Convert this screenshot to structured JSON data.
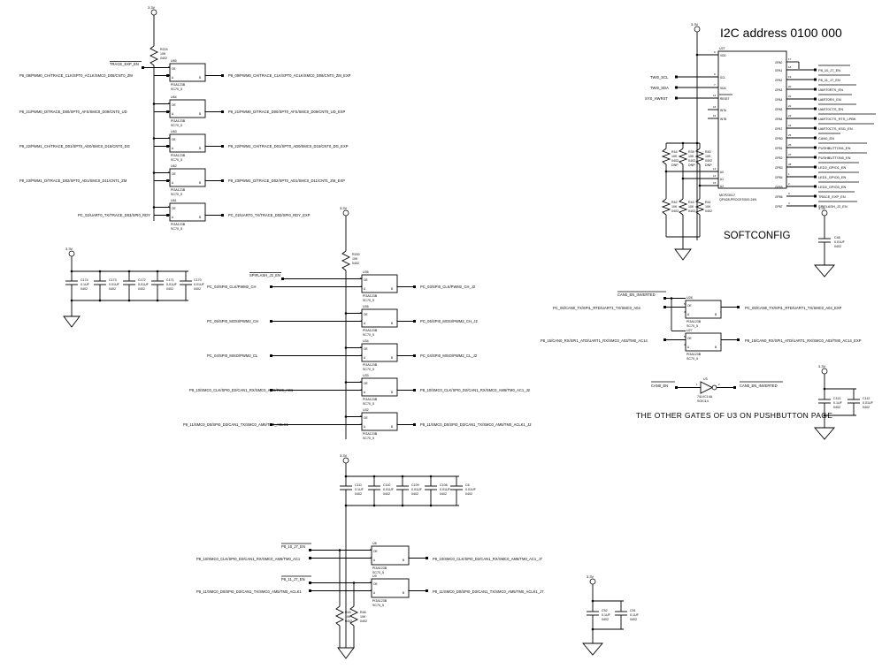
{
  "sheet": {
    "title_i2c": "I2C address 0100 000",
    "label_softconfig": "SOFTCONFIG",
    "note_other_gates": "THE OTHER GATES OF U3 ON PUSHBUTTON PAGE",
    "power_label": "3.3V"
  },
  "trace_block": {
    "pullup": {
      "refdes": "R224",
      "value": "10K",
      "package": "0402"
    },
    "enable_net": "TRACE_EXP_EN",
    "rows": [
      {
        "refdes": "U65",
        "part": "PI3A123B",
        "package": "SC70_5",
        "input_net": "P8_09/PWM0_CH/TRACE_CLK/SPT0_ACLK/SMC0_D08/CNT0_ZM",
        "output_net": "P8_09/PWM0_CH/TRACE_CLK/SPT0_ACLK/SMC0_D08/CNT0_ZM_EXP"
      },
      {
        "refdes": "U64",
        "part": "PI3A123B",
        "package": "SC70_5",
        "input_net": "P8_21/PWM0_D/TRACE_D00/SPT0_AFS/SMC0_D09/CNT0_UD",
        "output_net": "P8_21/PWM0_D/TRACE_D00/SPT0_AFS/SMC0_D09/CNT0_UD_EXP"
      },
      {
        "refdes": "U63",
        "part": "PI3A123B",
        "package": "SC70_5",
        "input_net": "P8_22/PWM1_CH/TRACE_D01/SPT0_AD0/SMC0_D15/CNT0_DG",
        "output_net": "P8_22/PWM1_CH/TRACE_D01/SPT0_AD0/SMC0_D15/CNT0_DG_EXP"
      },
      {
        "refdes": "U62",
        "part": "PI3A123B",
        "package": "SC70_5",
        "input_net": "P8_23/PWM1_D/TRACE_D02/SPT0_AD1/SMC0_D11/CNT1_ZM",
        "output_net": "P8_23/PWM1_D/TRACE_D02/SPT0_AD1/SMC0_D11/CNT1_ZM_EXP"
      },
      {
        "refdes": "U61",
        "part": "PI3A123B",
        "package": "SC70_5",
        "input_net": "PC_02/UART0_TX/TRACE_D03/SPI0_RDY",
        "output_net": "PC_02/UART0_TX/TRACE_D03/SPI0_RDY_EXP"
      }
    ]
  },
  "decoupling_left": {
    "power_label": "3.3V",
    "caps": [
      {
        "refdes": "C174",
        "value": "0.1UF",
        "package": "0402"
      },
      {
        "refdes": "C173",
        "value": "0.01UF",
        "package": "0402"
      },
      {
        "refdes": "C172",
        "value": "0.01UF",
        "package": "0402"
      },
      {
        "refdes": "C171",
        "value": "0.01UF",
        "package": "0402"
      },
      {
        "refdes": "C170",
        "value": "0.01UF",
        "package": "0402"
      }
    ]
  },
  "spi_block": {
    "power_label": "3.3V",
    "pullup": {
      "refdes": "R200",
      "value": "10K",
      "package": "0402"
    },
    "enable_net": "SPIFLASH_J2_EN",
    "rows": [
      {
        "refdes": "U36",
        "part": "PI3A123B",
        "package": "SC70_5",
        "input_net": "PC_03/SPI0_CLK/PWM2_CH",
        "output_net": "PC_03/SPI0_CLK/PWM2_CH_J2"
      },
      {
        "refdes": "U35",
        "part": "PI3A123B",
        "package": "SC70_5",
        "input_net": "PC_05/SPI0_MOSI/PWM2_CH",
        "output_net": "PC_05/SPI0_MOSI/PWM2_CH_J2"
      },
      {
        "refdes": "U34",
        "part": "PI3A123B",
        "package": "SC70_5",
        "input_net": "PC_04/SPI0_MISO/PWM2_CL",
        "output_net": "PC_04/SPI0_MISO/PWM2_CL_J2"
      },
      {
        "refdes": "U33",
        "part": "PI3A123B",
        "package": "SC70_5",
        "input_net": "P8_10/SMC0_CLK/SPI0_D2/CAN1_RX/SMC0_AM6/TM0_AC1",
        "output_net": "P8_10/SMC0_CLK/SPI0_D2/CAN1_RX/SMC0_AM6/TM0_AC1_J2"
      },
      {
        "refdes": "U32",
        "part": "PI3A123B",
        "package": "SC70_5",
        "input_net": "P8_11/SMC0_D0/SPI0_D3/CAN1_TX/SMC0_AM5/TM0_ACLK1",
        "output_net": "P8_11/SMC0_D0/SPI0_D3/CAN1_TX/SMC0_AM5/TM0_ACLK1_J2"
      }
    ]
  },
  "decoupling_mid": {
    "power_label": "3.3V",
    "caps": [
      {
        "refdes": "C111",
        "value": "0.1UF",
        "package": "0402"
      },
      {
        "refdes": "C110",
        "value": "0.01UF",
        "package": "0402"
      },
      {
        "refdes": "C109",
        "value": "0.01UF",
        "package": "0402"
      },
      {
        "refdes": "C108",
        "value": "0.01UF",
        "package": "0402"
      },
      {
        "refdes": "C6",
        "value": "0.01UF",
        "package": "0402"
      }
    ]
  },
  "j7_block": {
    "rows": [
      {
        "refdes": "U8",
        "part": "PI3A123B",
        "package": "SC70_5",
        "enable_net": "P8_10_J7_EN",
        "input_net": "P8_10/SMC0_CLK/SPI0_D2/CAN1_RX/SMC0_AM6/TM0_AC1",
        "output_net": "P8_10/SMC0_CLK/SPI0_D2/CAN1_RX/SMC0_AM6/TM0_AC1_J7"
      },
      {
        "refdes": "U9",
        "part": "PI3A123B",
        "package": "SC70_5",
        "enable_net": "P8_11_J7_EN",
        "input_net": "P8_11/SMC0_D0/SPI0_D3/CAN1_TX/SMC0_AM5/TM0_ACLK1",
        "output_net": "P8_11/SMC0_D0/SPI0_D3/CAN1_TX/SMC0_AM5/TM0_ACLK1_J7"
      }
    ],
    "pulldowns": [
      {
        "refdes": "R45",
        "value": "10K",
        "package": "0402"
      },
      {
        "refdes": "R46",
        "value": "10K",
        "package": "0402"
      }
    ]
  },
  "softconfig": {
    "refdes": "U27",
    "part": "MCP23017",
    "part_sub": "QFN28-PROCESS00-24N",
    "power_label": "3.3V",
    "left_nets": [
      "TWI0_SCL",
      "TWI0_SDA",
      "SYS_HWRST"
    ],
    "left_pins": [
      {
        "num": "9",
        "name": "VDD"
      },
      {
        "num": "8",
        "name": "SCL"
      },
      {
        "num": "7",
        "name": "SDA"
      },
      {
        "num": "14",
        "name": "RESET"
      },
      {
        "num": "16",
        "name": "INTA"
      },
      {
        "num": "15",
        "name": "INTB"
      },
      {
        "num": "13",
        "name": "A0"
      },
      {
        "num": "14",
        "name": "A1"
      },
      {
        "num": "15",
        "name": "A2"
      }
    ],
    "right_pins": [
      {
        "num": "17",
        "name": "GPA0",
        "net": ""
      },
      {
        "num": "18",
        "name": "GPA1",
        "net": "P8_10_J7_EN"
      },
      {
        "num": "19",
        "name": "GPA2",
        "net": "P8_11_J7_EN"
      },
      {
        "num": "20",
        "name": "GPA3",
        "net": "UART0RTS_EN"
      },
      {
        "num": "21",
        "name": "GPA4",
        "net": "UART0RX_EN"
      },
      {
        "num": "22",
        "name": "GPA5",
        "net": "UART0CTS_EN"
      },
      {
        "num": "23",
        "name": "GPA6",
        "net": "UART0CTS_RTS_LPBK"
      },
      {
        "num": "24",
        "name": "GPA7",
        "net": "UART0CTS_KSI1_EN"
      },
      {
        "num": "25",
        "name": "GPB0",
        "net": "CAN0_EN"
      },
      {
        "num": "26",
        "name": "GPB1",
        "net": "PUSHBUTTON1_EN"
      },
      {
        "num": "27",
        "name": "GPB2",
        "net": "PUSHBUTTON0_EN"
      },
      {
        "num": "28",
        "name": "GPB3",
        "net": "LED2_GPIO1_EN"
      },
      {
        "num": "1",
        "name": "GPB4",
        "net": "LED1_GPIO0_EN"
      },
      {
        "num": "2",
        "name": "GPB5",
        "net": "LED0_GPIO3_EN"
      },
      {
        "num": "3",
        "name": "GPB6",
        "net": "TRACE_EXP_EN"
      },
      {
        "num": "4",
        "name": "GPB7",
        "net": "SPIFLASH_J2_EN"
      }
    ],
    "addr_resistors_top": [
      {
        "refdes": "R44",
        "value": "10K",
        "package": "0402",
        "dnp": "DNP"
      },
      {
        "refdes": "R39",
        "value": "10K",
        "package": "0402",
        "dnp": "DNP"
      },
      {
        "refdes": "R40",
        "value": "10K",
        "package": "0402",
        "dnp": "DNP"
      }
    ],
    "addr_resistors_bot": [
      {
        "refdes": "R42",
        "value": "10K",
        "package": "0402",
        "dnp": ""
      },
      {
        "refdes": "R43",
        "value": "10K",
        "package": "0402",
        "dnp": ""
      },
      {
        "refdes": "R41",
        "value": "10K",
        "package": "0402",
        "dnp": ""
      }
    ]
  },
  "decoupling_softconfig": {
    "power_label": "3.3V",
    "caps": [
      {
        "refdes": "C48",
        "value": "0.01UF",
        "package": "0402"
      }
    ]
  },
  "can_block": {
    "rows": [
      {
        "refdes": "U28",
        "part": "PI3A123B",
        "package": "SC70_5",
        "enable_net": "CAN0_EN_INVERTED",
        "input_net": "PC_00/CAN0_TX/SPI1_RTD/UART1_TX/SMC0_A04",
        "output_net": "PC_00/CAN0_TX/SPI1_RTD/UART1_TX/SMC0_A04_EXP"
      },
      {
        "refdes": "U27",
        "part": "PI3A123B",
        "package": "SC70_5",
        "enable_net": "",
        "input_net": "P8_15/CAN0_RX/SPI1_ATD/UART1_RX/SMC0_A03/TM0_AC14",
        "output_net": "P8_15/CAN0_RX/SPI1_ATD/UART1_RX/SMC0_A03/TM0_AC14_EXP"
      }
    ]
  },
  "inverter": {
    "refdes": "U3",
    "part": "74LVC14A",
    "package": "SOIC14",
    "input_net": "CAN0_EN",
    "output_net": "CAN0_EN_INVERTED",
    "pin_in": "1",
    "pin_out": "2"
  },
  "decoupling_can": {
    "power_label": "3.3V",
    "caps": [
      {
        "refdes": "C113",
        "value": "0.1UF",
        "package": "0402"
      },
      {
        "refdes": "C112",
        "value": "0.01UF",
        "package": "0402"
      }
    ]
  },
  "decoupling_bottom": {
    "power_label": "3.3V",
    "caps": [
      {
        "refdes": "C52",
        "value": "0.1UF",
        "package": "0402"
      },
      {
        "refdes": "C51",
        "value": "0.1UF",
        "package": "0402"
      }
    ]
  }
}
